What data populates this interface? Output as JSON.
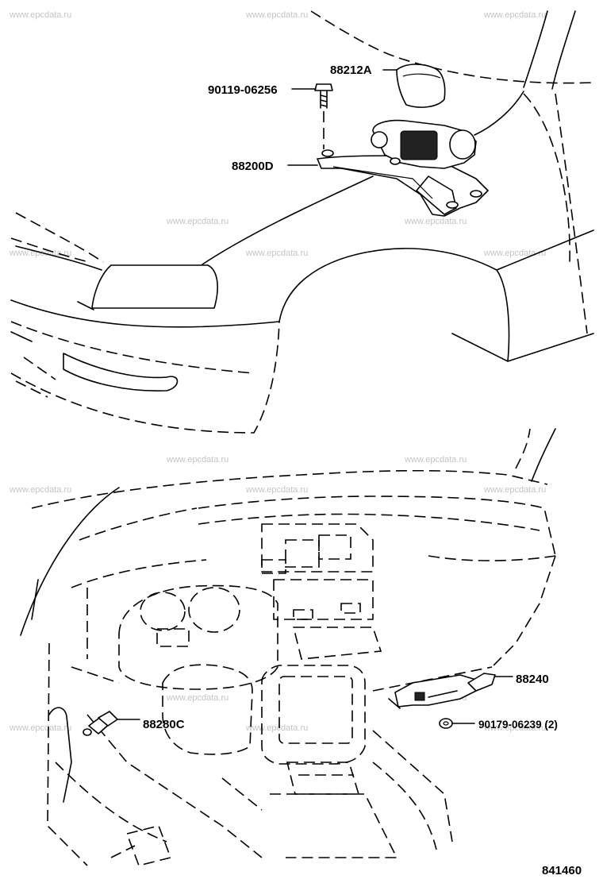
{
  "watermark": "www.epcdata.ru",
  "callouts": {
    "p88212A": "88212A",
    "p90119": "90119-06256",
    "p88200D": "88200D",
    "p88240": "88240",
    "p88280C": "88280C",
    "p90179": "90179-06239 (2)"
  },
  "figure_number": "841460"
}
